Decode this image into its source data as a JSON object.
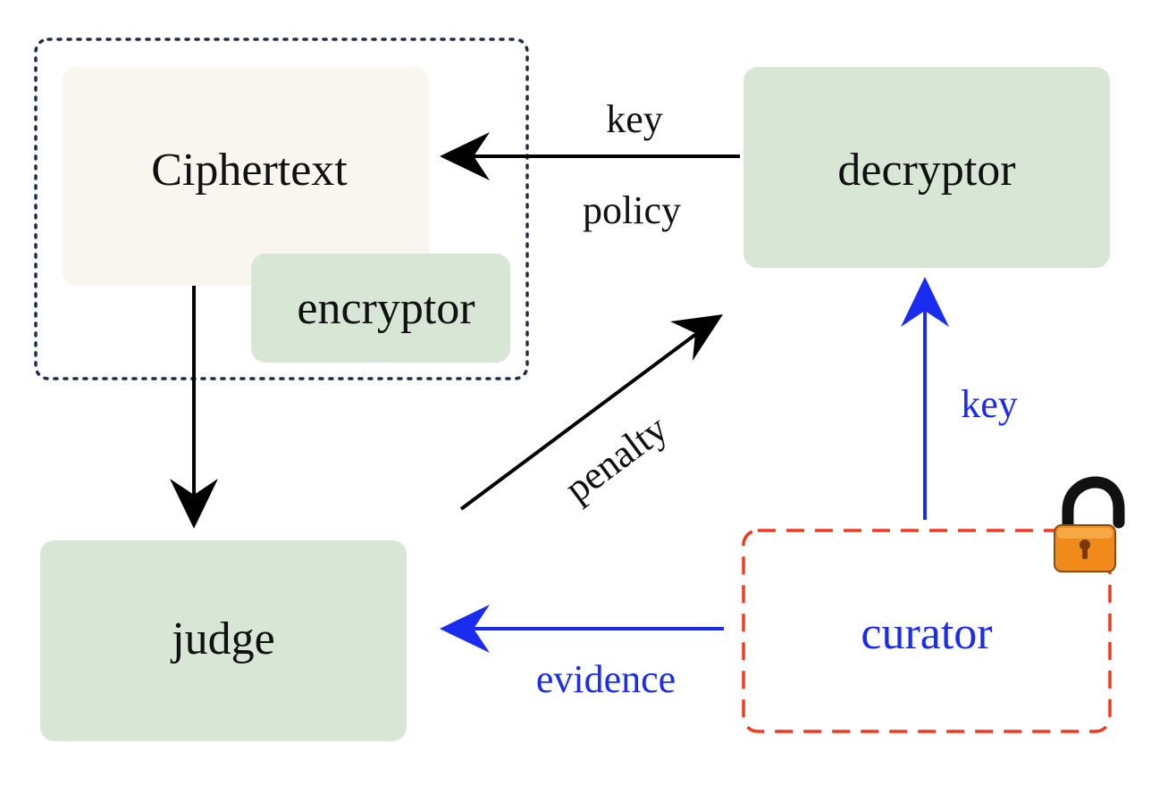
{
  "nodes": {
    "ciphertext": {
      "label": "Ciphertext",
      "fill": "#f8f6ee"
    },
    "encryptor": {
      "label": "encryptor",
      "fill": "#d8e6d6"
    },
    "decryptor": {
      "label": "decryptor",
      "fill": "#d8e6d6"
    },
    "judge": {
      "label": "judge",
      "fill": "#d8e6d6"
    },
    "curator": {
      "label": "curator",
      "color": "#1a2cf0",
      "border_color": "#f03a1e"
    }
  },
  "group_border_color": "#1e2e48",
  "edges": {
    "decryptor_to_ciphertext": {
      "label_top": "key",
      "label_bottom": "policy",
      "color": "#000000"
    },
    "ciphertext_to_judge": {
      "color": "#000000"
    },
    "judge_to_decryptor": {
      "label": "penalty",
      "color": "#000000"
    },
    "curator_to_decryptor": {
      "label": "key",
      "color": "#1a2cf0"
    },
    "curator_to_judge": {
      "label": "evidence",
      "color": "#1a2cf0"
    }
  },
  "icons": {
    "lock": {
      "name": "unlocked-padlock-icon",
      "body_color": "#f08a1a",
      "shackle_color": "#111111"
    }
  }
}
